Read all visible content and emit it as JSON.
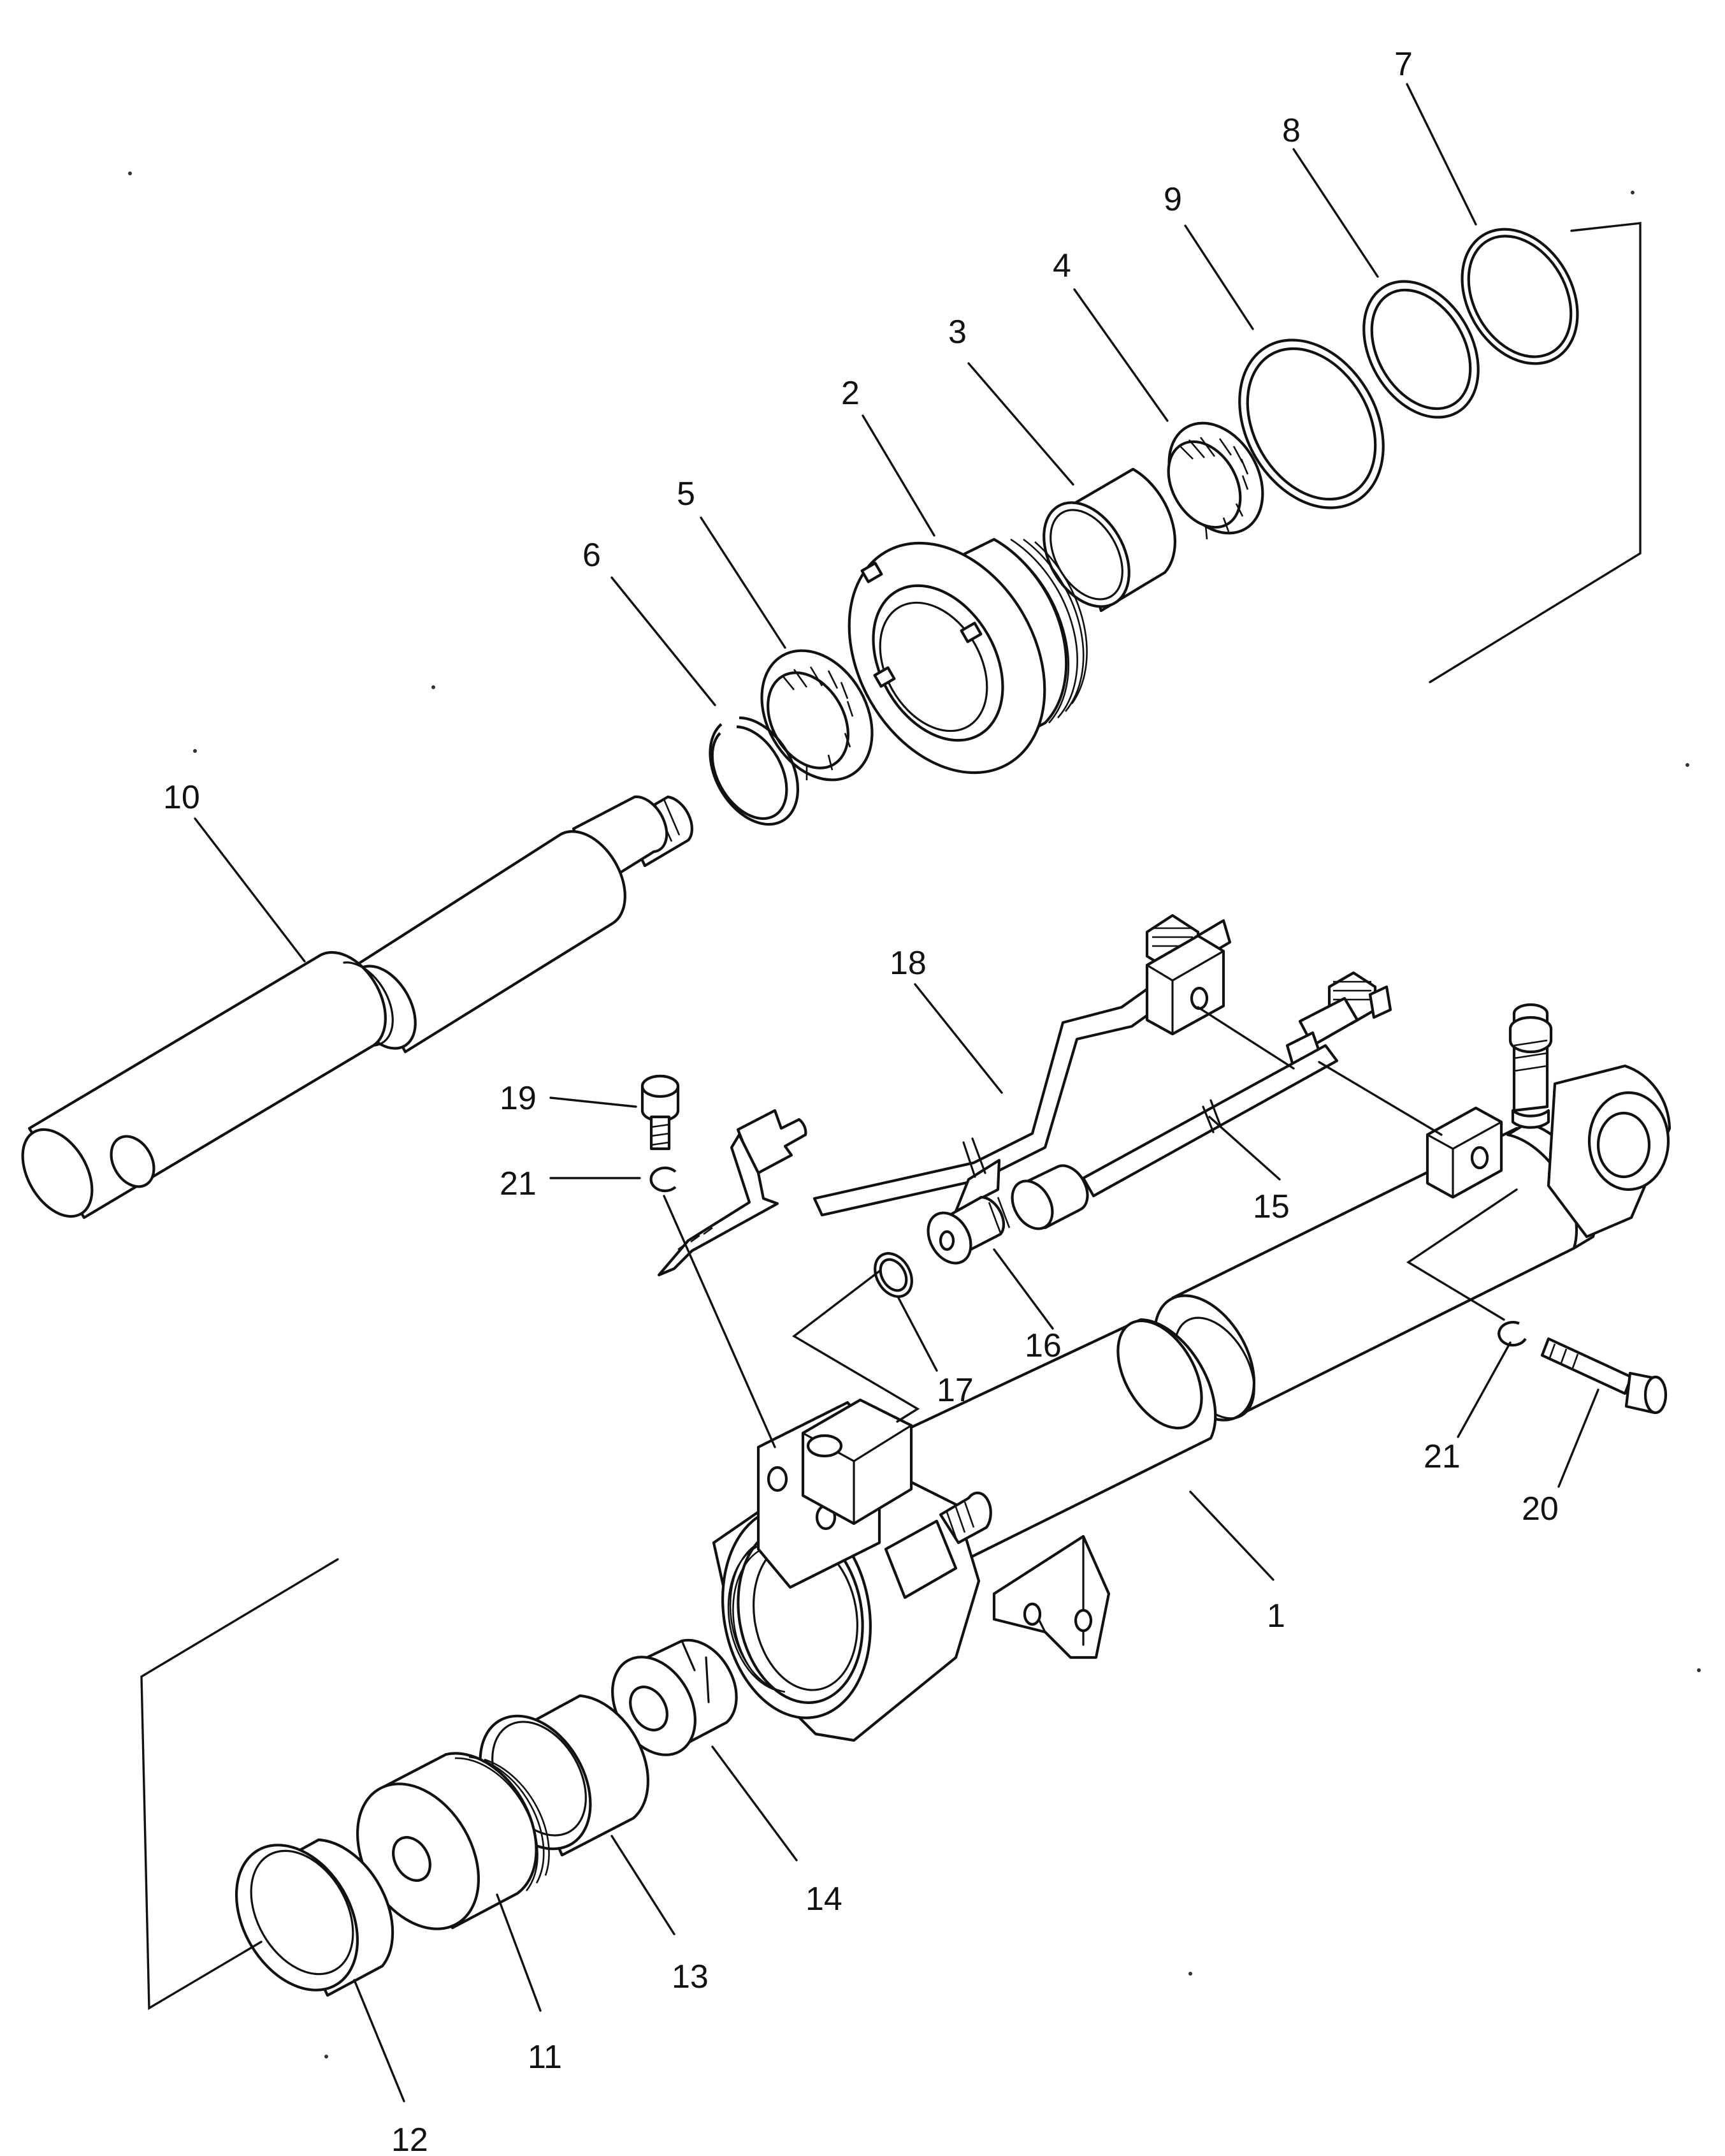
{
  "labels": {
    "p1": "1",
    "p2": "2",
    "p3": "3",
    "p4": "4",
    "p5": "5",
    "p6": "6",
    "p7": "7",
    "p8": "8",
    "p9": "9",
    "p10": "10",
    "p11": "11",
    "p12": "12",
    "p13": "13",
    "p14": "14",
    "p15": "15",
    "p16": "16",
    "p17": "17",
    "p18": "18",
    "p19": "19",
    "p20": "20",
    "p21a": "21",
    "p21b": "21"
  }
}
